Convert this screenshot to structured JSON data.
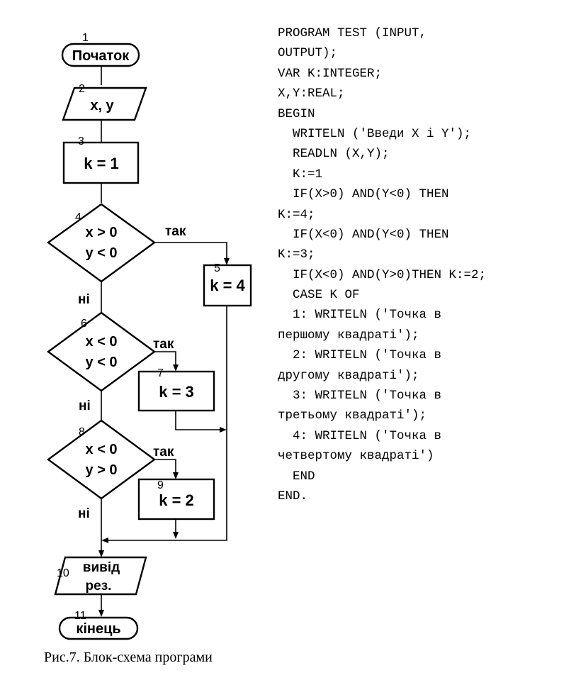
{
  "flowchart": {
    "blocks": {
      "start": {
        "num": "1",
        "text": "Початок"
      },
      "input": {
        "num": "2",
        "text": "x, y"
      },
      "init": {
        "num": "3",
        "text": "k = 1"
      },
      "cond4": {
        "num": "4",
        "line1": "x > 0",
        "line2": "y < 0"
      },
      "assign4": {
        "num": "5",
        "text": "k = 4"
      },
      "cond3": {
        "num": "6",
        "line1": "x < 0",
        "line2": "y < 0"
      },
      "assign3": {
        "num": "7",
        "text": "k = 3"
      },
      "cond2": {
        "num": "8",
        "line1": "x < 0",
        "line2": "y > 0"
      },
      "assign2": {
        "num": "9",
        "text": "k = 2"
      },
      "output": {
        "num": "10",
        "line1": "вивід",
        "line2": "рез."
      },
      "end": {
        "num": "11",
        "text": "кінець"
      }
    },
    "labels": {
      "yes1": "так",
      "yes2": "так",
      "yes3": "так",
      "no1": "ні",
      "no2": "ні",
      "no3": "ні"
    }
  },
  "code": {
    "lines": [
      "PROGRAM TEST (INPUT,",
      "OUTPUT);",
      "VAR K:INTEGER;",
      "X,Y:REAL;",
      "BEGIN",
      "  WRITELN ('Введи X i Y');",
      "  READLN (X,Y);",
      "  K:=1",
      "  IF(X>0) AND(Y<0) THEN",
      "K:=4;",
      "  IF(X<0) AND(Y<0) THEN",
      "K:=3;",
      "  IF(X<0) AND(Y>0)THEN K:=2;",
      "  CASE K OF",
      "  1: WRITELN ('Точка в",
      "першому квадраті');",
      "  2: WRITELN ('Точка в",
      "другому квадраті');",
      "  3: WRITELN ('Точка в",
      "третьому квадраті');",
      "  4: WRITELN ('Точка в",
      "четвертому квадраті')",
      "  END",
      "END."
    ]
  },
  "caption": "Рис.7. Блок-схема програми"
}
